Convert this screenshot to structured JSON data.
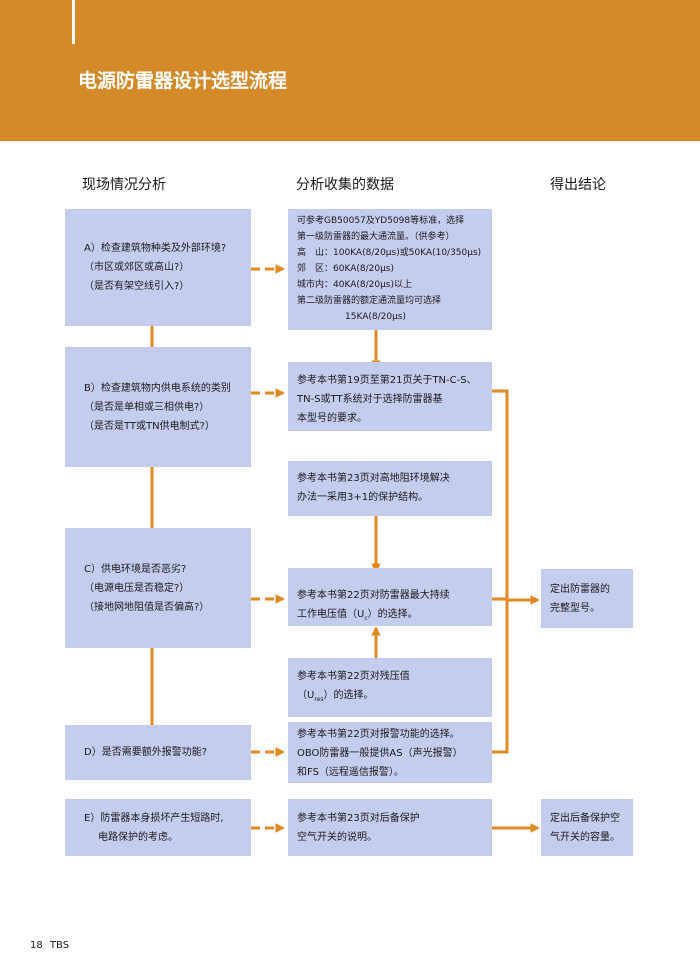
{
  "header": {
    "title": "电源防雷器设计选型流程"
  },
  "columns": {
    "analysis": "现场情况分析",
    "data": "分析收集的数据",
    "conclusion": "得出结论"
  },
  "left_boxes": {
    "a": [
      "A）检查建筑物种类及外部环境?",
      "（市区或郊区或高山?）",
      "（是否有架空线引入?）"
    ],
    "b": [
      "B）检查建筑物内供电系统的类别",
      "（是否是单相或三相供电?）",
      "（是否是TT或TN供电制式?）"
    ],
    "c": [
      "C）供电环境是否恶劣?",
      "（电源电压是否稳定?）",
      "（接地网地阻值是否偏高?）"
    ],
    "d": [
      "D）是否需要额外报警功能?"
    ],
    "e": [
      "E）防雷器本身损坏产生短路时,",
      "电路保护的考虑。"
    ]
  },
  "mid_boxes": {
    "m1": [
      "可参考GB50057及YD5098等标准，选择",
      "第一级防雷器的最大通流量。（供参考）",
      "高　山：100KA(8/20μs)或50KA(10/350μs)",
      "郊　区：60KA(8/20μs)",
      "城市内：40KA(8/20μs)以上",
      "第二级防雷器的额定通流量均可选择",
      "15KA(8/20μs)"
    ],
    "m2": [
      "参考本书第19页至第21页关于TN-C-S、",
      "TN-S或TT系统对于选择防雷器基",
      "本型号的要求。"
    ],
    "m3": [
      "参考本书第23页对高地阻环境解决",
      "办法一采用3+1的保护结构。"
    ],
    "m4": {
      "line1": "参考本书第22页对防雷器最大持续",
      "line2_pre": "工作电压值（U",
      "line2_sub": "c",
      "line2_post": "）的选择。"
    },
    "m5": {
      "line1": "参考本书第22页对残压值",
      "line2_pre": "（U",
      "line2_sub": "res",
      "line2_post": "）的选择。"
    },
    "m6": [
      "参考本书第22页对报警功能的选择。",
      "OBO防雷器一般提供AS（声光报警）",
      "和FS（远程遥信报警）。"
    ],
    "m7": [
      "参考本书第23页对后备保护",
      "空气开关的说明。"
    ]
  },
  "right_boxes": {
    "r1": [
      "定出防雷器的",
      "完整型号。"
    ],
    "r2": [
      "定出后备保护空",
      "气开关的容量。"
    ]
  },
  "footer": {
    "page": "18",
    "brand": "TBS"
  },
  "colors": {
    "header": "#d58a2a",
    "box": "#c5cdef",
    "arrow": "#e08a22"
  }
}
